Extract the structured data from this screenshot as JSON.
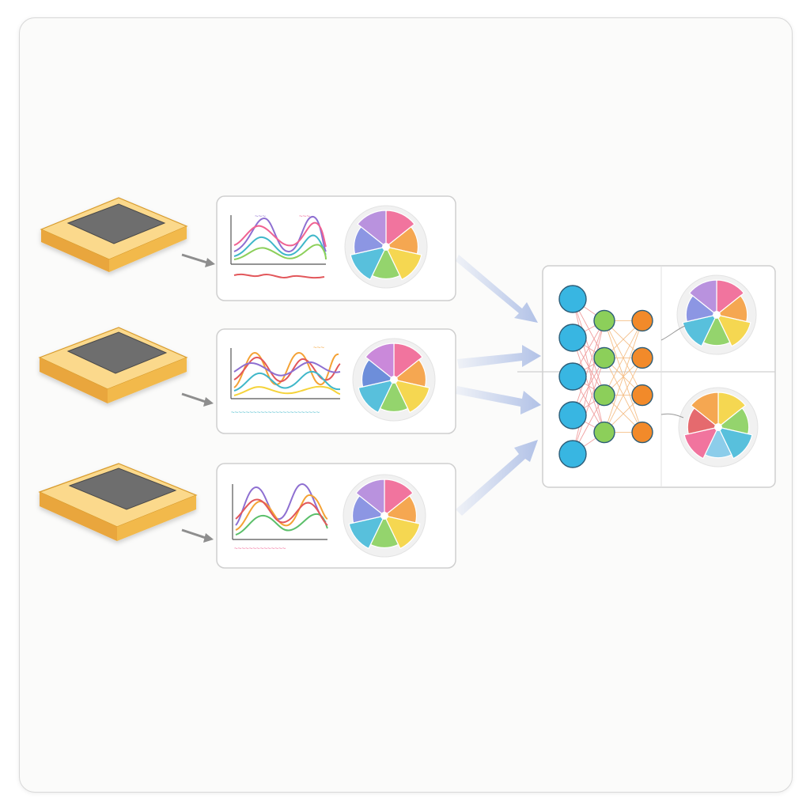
{
  "colors": {
    "page_background": "#fbfbfa",
    "card_border": "#cfcfcf",
    "sensor_body": "#f2b94c",
    "sensor_body_light": "#fbd98c",
    "sensor_pad": "#6e6e6e",
    "flow_arrow": "#aebfe6",
    "small_arrow": "#8e8e8e",
    "network_input_node": "#38b6e2",
    "network_hidden_node": "#8ccf5a",
    "network_output_node": "#f28a2a"
  },
  "inputs": [
    {
      "sensor_icon": "sensor-chip-icon",
      "arrow_icon": "arrow-right-icon",
      "line_chart_icon": "multi-wave-line-chart-icon",
      "wave_colors": [
        "#8e6fd1",
        "#3fb7c9",
        "#f06292",
        "#f4a235"
      ],
      "rose_chart_icon": "color-wheel-rose-chart-icon",
      "rose_colors": [
        "#f06292",
        "#f59c3a",
        "#f5d33a",
        "#86cf5a",
        "#42b8d8",
        "#7d89e0",
        "#b084db"
      ]
    },
    {
      "sensor_icon": "sensor-chip-icon",
      "arrow_icon": "arrow-right-icon",
      "line_chart_icon": "multi-wave-line-chart-icon",
      "wave_colors": [
        "#f4a235",
        "#e2575b",
        "#3fb7c9",
        "#8e6fd1"
      ],
      "rose_chart_icon": "color-wheel-rose-chart-icon",
      "rose_colors": [
        "#f06292",
        "#f59c3a",
        "#f5d33a",
        "#86cf5a",
        "#42b8d8",
        "#5a7fd6",
        "#c47ad6"
      ]
    },
    {
      "sensor_icon": "sensor-chip-icon",
      "arrow_icon": "arrow-right-icon",
      "line_chart_icon": "multi-wave-line-chart-icon",
      "wave_colors": [
        "#8e6fd1",
        "#f4a235",
        "#5bbf6a",
        "#e2575b"
      ],
      "rose_chart_icon": "color-wheel-rose-chart-icon",
      "rose_colors": [
        "#f06292",
        "#f59c3a",
        "#f5d33a",
        "#86cf5a",
        "#42b8d8",
        "#7d89e0",
        "#b084db"
      ]
    }
  ],
  "flow_arrow_icon": "wide-arrow-icon",
  "output_panel": {
    "network_icon": "neural-network-icon",
    "network_layers": [
      5,
      4,
      4
    ],
    "result_rose_icon": "color-wheel-rose-chart-icon",
    "result_rose_colors_top": [
      "#f06292",
      "#f59c3a",
      "#f5d33a",
      "#86cf5a",
      "#42b8d8",
      "#7d89e0",
      "#b084db"
    ],
    "result_rose_colors_bottom": [
      "#f5d33a",
      "#86cf5a",
      "#42b8d8",
      "#7dc7e8",
      "#f06292",
      "#e2575b",
      "#f59c3a"
    ]
  }
}
